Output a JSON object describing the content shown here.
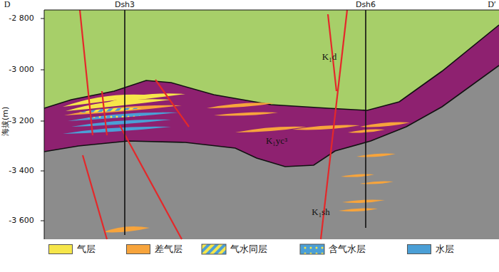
{
  "diagram": {
    "labels": [
      "D",
      "D′",
      "Dsh3",
      "Dsh6",
      "-2 800",
      "-3 000",
      "-3 200",
      "-3 400",
      "-3 600",
      "海拔(m)",
      "K₁d",
      "K₁yc³",
      "K₁sh"
    ],
    "legend": [
      {
        "text": "气层",
        "color": "#f6e64a"
      },
      {
        "text": "差气层",
        "color": "#f7a43c"
      },
      {
        "text": "气水同层"
      },
      {
        "text": "含气水层"
      },
      {
        "text": "水层",
        "color": "#4b9fd6"
      }
    ]
  }
}
